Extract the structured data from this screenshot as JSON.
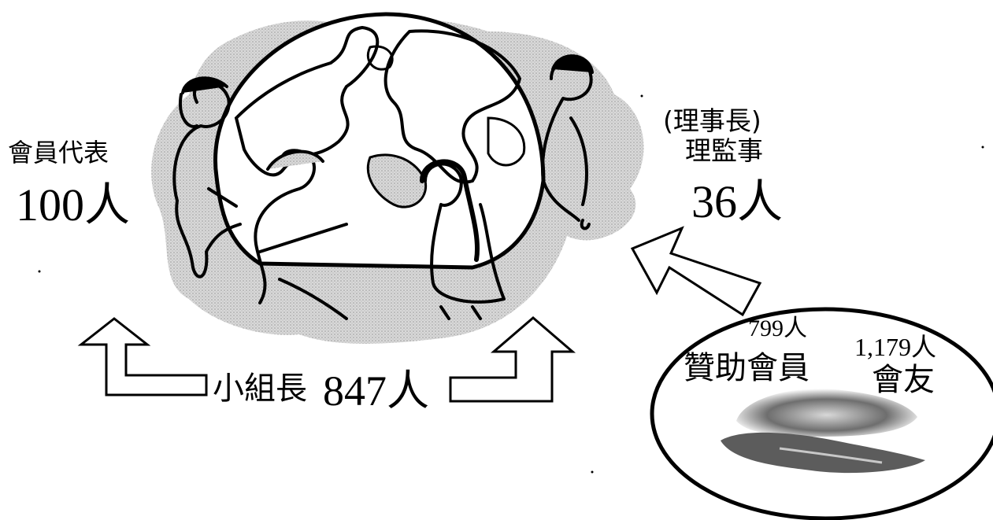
{
  "representatives": {
    "title": "會員代表",
    "count": "100人"
  },
  "directors": {
    "role_paren": "(理事長)",
    "title": "理監事",
    "count": "36人"
  },
  "group_leaders": {
    "title": "小組長",
    "count": "847人"
  },
  "sponsor_members": {
    "count": "799人",
    "title": "贊助會員"
  },
  "friends": {
    "count": "1,179人",
    "title": "會友"
  },
  "colors": {
    "ink": "#000000",
    "halo": "#c9c9c9",
    "arrow_fill": "#ffffff"
  }
}
